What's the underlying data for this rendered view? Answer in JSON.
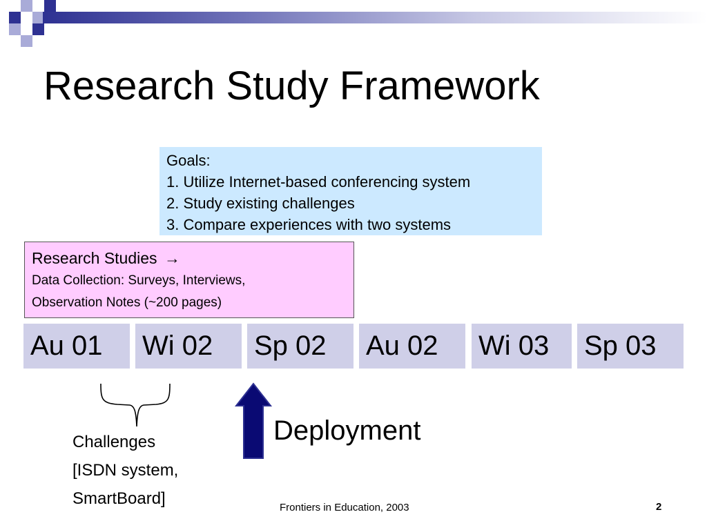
{
  "slide": {
    "title": "Research Study Framework",
    "colors": {
      "accent_dark": "#2e3192",
      "accent_light": "#a9abd8",
      "goals_bg": "#cce9ff",
      "research_bg": "#ffccff",
      "quarter_bg": "#cfcfe8",
      "arrow": "#0a0a73"
    }
  },
  "goals": {
    "heading": "Goals:",
    "items": [
      "1. Utilize Internet-based conferencing system",
      "2. Study existing challenges",
      "3. Compare experiences with two systems"
    ]
  },
  "research": {
    "heading": "Research Studies",
    "arrow": "→",
    "lines": [
      "Data Collection: Surveys, Interviews,",
      "Observation Notes (~200 pages)"
    ]
  },
  "timeline": {
    "quarters": [
      "Au 01",
      "Wi 02",
      "Sp 02",
      "Au 02",
      "Wi 03",
      "Sp 03"
    ]
  },
  "challenges": {
    "lines": [
      "Challenges",
      "[ISDN system,",
      "SmartBoard]"
    ]
  },
  "deployment": {
    "label": "Deployment"
  },
  "footer": {
    "text": "Frontiers in Education, 2003",
    "page_number": "2"
  }
}
